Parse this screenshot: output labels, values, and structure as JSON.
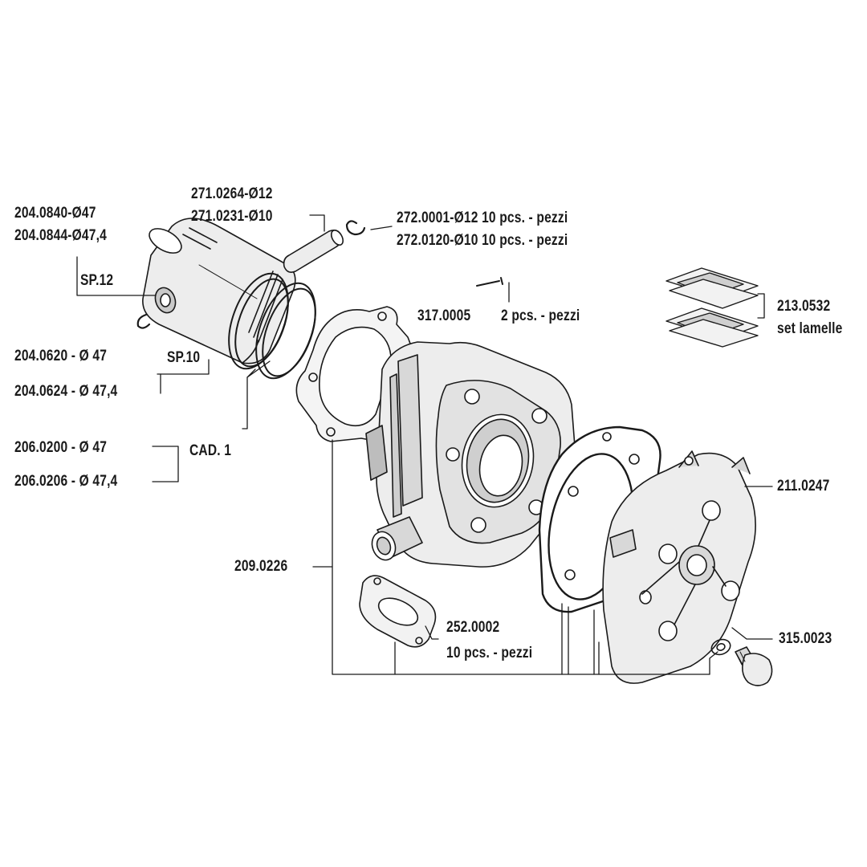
{
  "diagram": {
    "colors": {
      "line": "#1a1a1a",
      "part_fill": "#ededed",
      "part_shade": "#c9c9c9",
      "background": "#ffffff"
    },
    "parts": {
      "piston": {
        "codes": [
          "204.0840-Ø47",
          "204.0844-Ø47,4"
        ],
        "note": "SP.12"
      },
      "piston_rings": {
        "codes": [
          "204.0620 - Ø 47",
          "204.0624 - Ø 47,4"
        ],
        "note": "SP.10"
      },
      "rings_set": {
        "codes": [
          "206.0200 - Ø 47",
          "206.0206 - Ø 47,4"
        ],
        "note": "CAD. 1"
      },
      "piston_pin": {
        "codes": [
          "271.0264-Ø12",
          "271.0231-Ø10"
        ]
      },
      "circlips": {
        "codes": [
          "272.0001-Ø12 10 pcs. - pezzi",
          "272.0120-Ø10 10 pcs. - pezzi"
        ]
      },
      "dowel": {
        "code": "317.0005",
        "qty": "2 pcs. - pezzi"
      },
      "reeds": {
        "code": "213.0532",
        "desc": "set lamelle"
      },
      "cylinder_head": {
        "code": "211.0247"
      },
      "gasket_kit": {
        "code": "209.0226"
      },
      "intake_gasket": {
        "code": "252.0002",
        "qty": "10 pcs. - pezzi"
      },
      "head_bolt": {
        "code": "315.0023"
      }
    }
  }
}
